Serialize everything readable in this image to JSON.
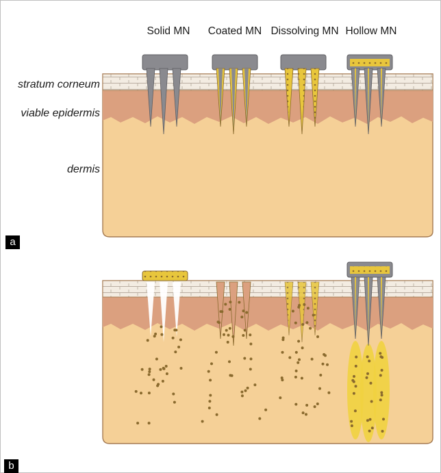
{
  "columns": [
    "Solid MN",
    "Coated MN",
    "Dissolving MN",
    "Hollow MN"
  ],
  "layers": {
    "stratum_corneum": "stratum corneum",
    "viable_epidermis": "viable epidermis",
    "dermis": "dermis"
  },
  "panels": {
    "a": "a",
    "b": "b"
  },
  "colors": {
    "dermis": "#f5d097",
    "epidermis": "#dba07f",
    "corneum": "#f3ece2",
    "needle": "#8a8a8f",
    "drug": "#e8c63c",
    "particle": "#8a6a2e"
  }
}
